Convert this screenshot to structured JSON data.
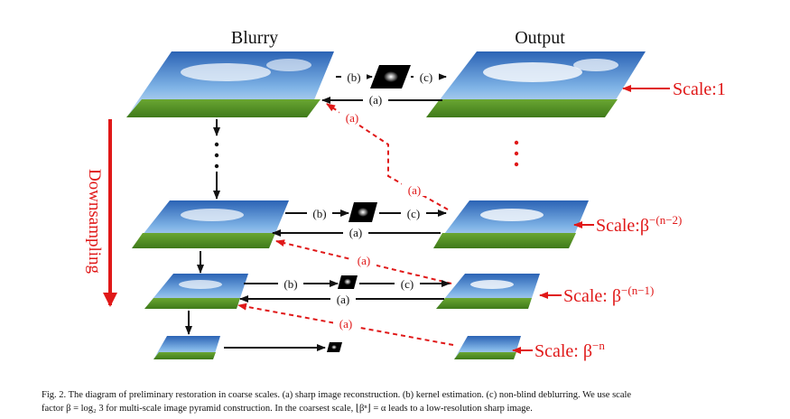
{
  "columns": {
    "left": "Blurry",
    "right": "Output"
  },
  "side_label": "Downsampling",
  "steps": {
    "b": "(b)",
    "c": "(c)",
    "a": "(a)"
  },
  "scales": [
    {
      "text": "Scale:1",
      "sup": ""
    },
    {
      "text": "Scale:β",
      "sup": "−(n−2)"
    },
    {
      "text": "Scale: β",
      "sup": "−(n−1)"
    },
    {
      "text": "Scale: β",
      "sup": "−n"
    }
  ],
  "caption": {
    "line1": "Fig. 2.  The diagram of preliminary restoration in coarse scales. (a) sharp image reconstruction. (b) kernel estimation. (c) non-blind deblurring. We use scale",
    "line2": "factor β = log₂ 3 for multi-scale image pyramid construction. In the coarsest scale, ⌊βⁿ⌋ = α leads to a low-resolution sharp image."
  },
  "colors": {
    "accent_red": "#e01818",
    "arrow": "#111111",
    "sky": "#3a78c8",
    "grass": "#5a9a2a"
  }
}
